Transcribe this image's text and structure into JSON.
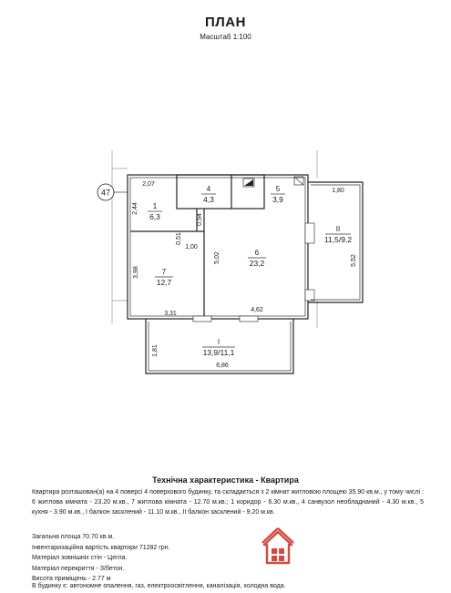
{
  "header": {
    "title": "ПЛАН",
    "scale": "Масштаб 1:100"
  },
  "plan": {
    "building_number": "47",
    "dimensions": [
      "2,07",
      "2,44",
      "0,94",
      "0,51",
      "1,00",
      "5,02",
      "3,98",
      "3,31",
      "4,62",
      "1,80",
      "5,52",
      "1,81",
      "6,86"
    ],
    "rooms": [
      {
        "number": "1",
        "area": "6,3"
      },
      {
        "number": "4",
        "area": "4,3"
      },
      {
        "number": "5",
        "area": "3,9"
      },
      {
        "number": "7",
        "area": "12,7"
      },
      {
        "number": "6",
        "area": "23,2"
      },
      {
        "number": "II",
        "area": "11,5/9,2"
      },
      {
        "number": "I",
        "area": "13,9/11,1"
      }
    ]
  },
  "tech": {
    "title": "Технічна характеристика - Квартира",
    "description": "Квартира розташован(а) на 4 поверсі 4 поверхового будинку, та складається з 2 кімнат житловою площею 35.90 кв.м., у тому числі : 6 житлова кімната - 23.20 м.кв., 7 житлова кімната - 12.70 м.кв.; 1 коридор - 6.30 м.кв., 4 санвузол необладнаний - 4.30 м.кв., 5 кухня - 3.90 м.кв., I балкон засклений - 11.10 м.кв., II балкон засклений - 9.20 м.кв.",
    "facts": [
      "Загальна площа 70.70 кв.м.",
      "Інвентаризаційна вартість квартири 71282 грн.",
      "Матеріал зовнішніх стін - Цегла.",
      "Матеріал перекриття - З/бетон.",
      "Висота приміщень - 2.77 м"
    ],
    "footer": "В будинку є: автономне опалення, газ, електроосвітлення, каналізація, холодна вода."
  },
  "colors": {
    "logo_red": "#d8483f"
  },
  "icons": {
    "logo": "house-logo-icon"
  }
}
